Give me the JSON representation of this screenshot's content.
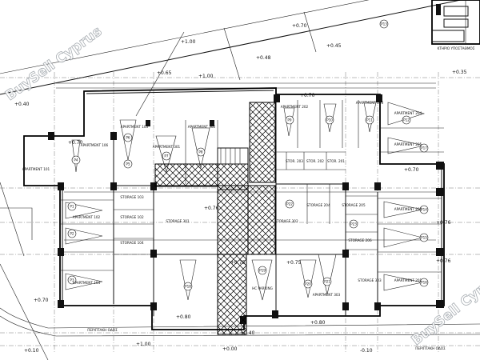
{
  "watermark": {
    "top_left": "BuySell Cyprus",
    "bottom_right": "BuySell Cyprus"
  },
  "levels": [
    "+1.00",
    "+1.00",
    "+0.65",
    "+0.70",
    "+0.48",
    "+0.45",
    "+0.40",
    "+0.70",
    "+0.70",
    "+0.76",
    "+0.76",
    "+0.76",
    "+0.75",
    "+0.75",
    "+0.70",
    "+0.80",
    "+0.80",
    "+0.10",
    "-0.10",
    "+0.00",
    "+0.40",
    "+0.35",
    "+0.70",
    "+1.00"
  ],
  "rooms": {
    "apartment_101": "APARTMENT 101",
    "apartment_106": "APARTMENT 106",
    "apartment_105": "APARTMENT 105",
    "apartment_102": "APARTMENT 102",
    "apartment_104": "APARTMENT 104",
    "apartment_301": "APARTMENT 301",
    "apartment_302": "APARTMENT 302",
    "apartment_303": "APARTMENT 303",
    "apartment_202": "APARTMENT 202",
    "apartment_203": "APARTMENT 203",
    "apartment_204": "APARTMENT 204",
    "apartment_205": "APARTMENT 205",
    "apartment_206": "APARTMENT 206",
    "apartment_201": "APARTMENT 201",
    "storage_103": "STORAGE 103",
    "storage_102": "STORAGE 102",
    "storage_301": "STORAGE 301",
    "storage_302": "STORAGE 302",
    "storage_303": "STORAGE 303",
    "storage_104": "STORAGE 104",
    "stor_203": "STOR. 203",
    "stor_202": "STOR. 202",
    "stor_201": "STOR. 201",
    "storage_204": "STORAGE 204",
    "storage_205": "STORAGE 205",
    "storage_206": "STORAGE 206",
    "hc_parking": "HC PARKING"
  },
  "parking": [
    "P1",
    "P2",
    "P3",
    "P4",
    "P5",
    "P6",
    "P7",
    "P8",
    "P9",
    "P10",
    "P11",
    "P12",
    "P13",
    "P14",
    "P15",
    "P16",
    "P17",
    "P18",
    "P19",
    "P20",
    "P21",
    "P22",
    "P23"
  ],
  "notes": {
    "road_left": "ΠΕΡΙΠΤΑΚΗ ΟΔΟΣ",
    "road_right": "ΠΕΡΙΠΤΑΚΗ ΟΔΟΣ",
    "top_right": "ΚΤΗΡΙΟ ΥΠΟΣΤΑΘΜΟΣ"
  }
}
